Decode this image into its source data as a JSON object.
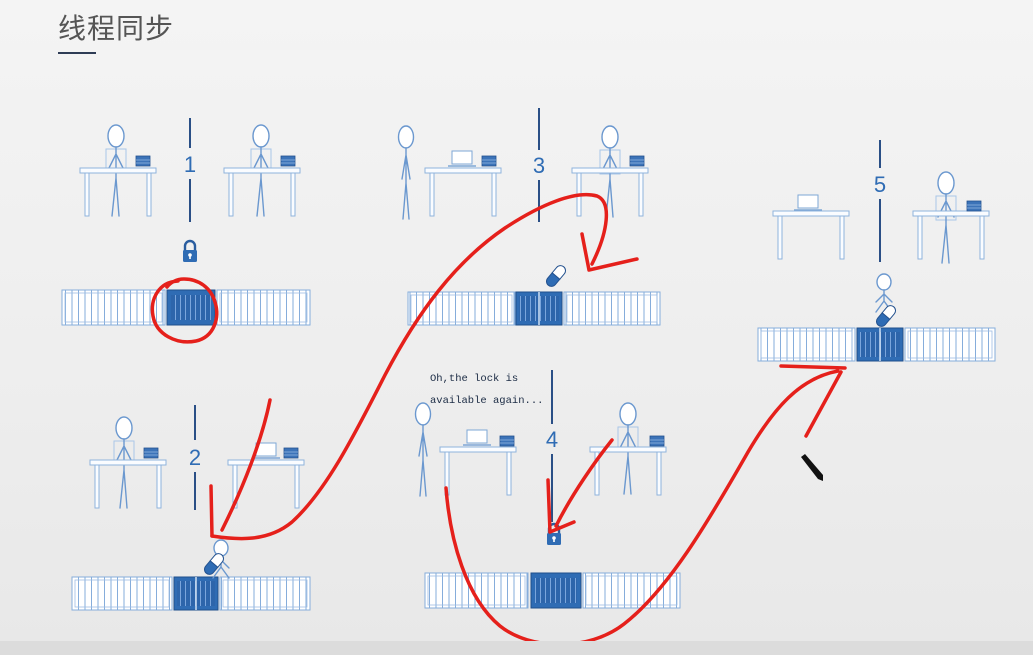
{
  "slide": {
    "title": "线程同步"
  },
  "scenes": [
    {
      "label": "1"
    },
    {
      "label": "2"
    },
    {
      "label": "3"
    },
    {
      "label": "4"
    },
    {
      "label": "5"
    }
  ],
  "callout": {
    "line1": "Oh,the lock is",
    "line2": "available again..."
  },
  "colors": {
    "accent_blue": "#2f6cb4",
    "annotation_red": "#e5201b",
    "title_text": "#555555",
    "title_underline": "#2e3c55"
  },
  "icons": {
    "lock": "padlock-icon",
    "key": "key-icon",
    "pen": "pen-cursor-icon",
    "monitor": "monitor-icon",
    "laptop": "laptop-icon"
  }
}
